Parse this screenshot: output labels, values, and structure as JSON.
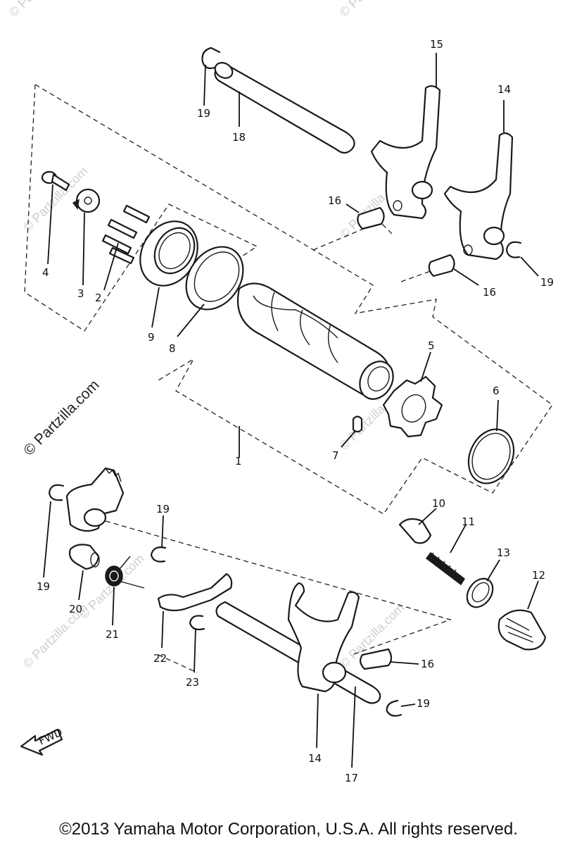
{
  "watermark": "© Partzilla.com",
  "fwd_label": "FWD",
  "callouts": {
    "c1": "1",
    "c2": "2",
    "c3": "3",
    "c4": "4",
    "c5": "5",
    "c6": "6",
    "c7": "7",
    "c8": "8",
    "c9": "9",
    "c10": "10",
    "c11": "11",
    "c12": "12",
    "c13": "13",
    "c14a": "14",
    "c14b": "14",
    "c15": "15",
    "c16a": "16",
    "c16b": "16",
    "c16c": "16",
    "c17": "17",
    "c18": "18",
    "c19a": "19",
    "c19b": "19",
    "c19c": "19",
    "c19d": "19",
    "c19e": "19",
    "c20": "20",
    "c21": "21",
    "c22": "22",
    "c23": "23"
  },
  "copyright": "©2013 Yamaha Motor Corporation, U.S.A. All rights reserved."
}
